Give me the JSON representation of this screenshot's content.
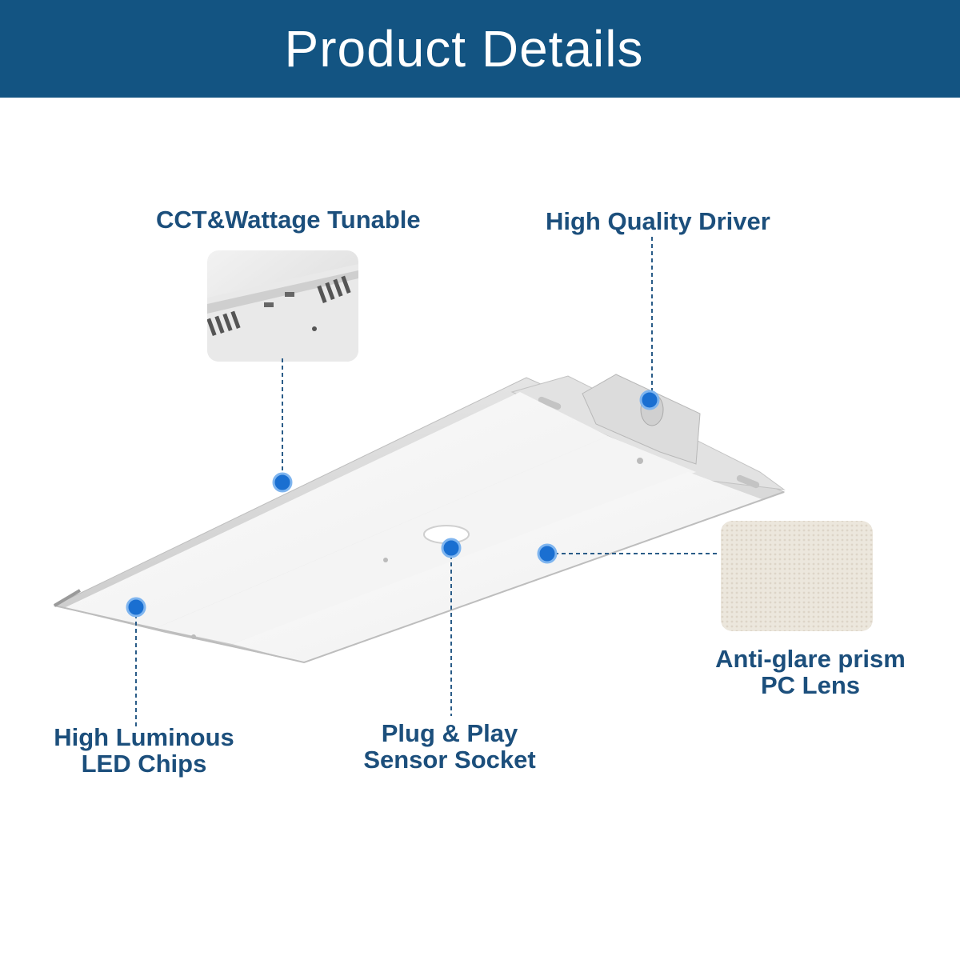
{
  "title": "Product Details",
  "colors": {
    "banner": "#135482",
    "label_text": "#1c4f7c",
    "marker": "#1a6fd1",
    "leader_line": "#2a5c88"
  },
  "callouts": {
    "cct": {
      "text": "CCT&Wattage Tunable"
    },
    "driver": {
      "text": "High Quality Driver"
    },
    "lens": {
      "line1": "Anti-glare prism",
      "line2": "PC Lens"
    },
    "chips": {
      "line1": "High Luminous",
      "line2": "LED Chips"
    },
    "sensor": {
      "line1": "Plug & Play",
      "line2": "Sensor Socket"
    }
  }
}
